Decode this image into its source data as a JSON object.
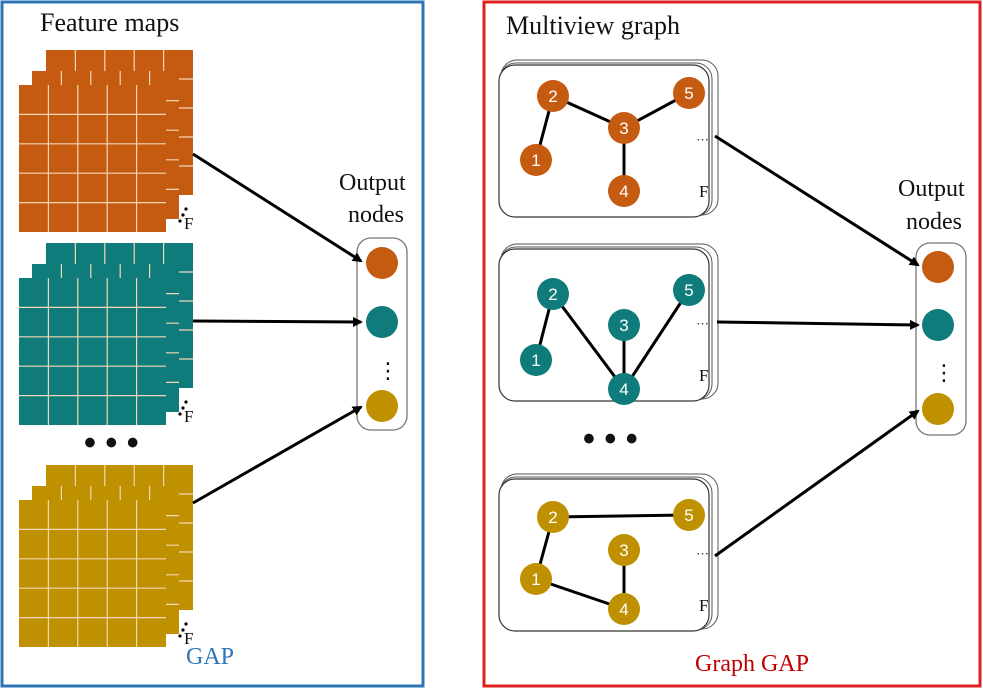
{
  "colors": {
    "orange": "#C55A11",
    "teal": "#0F7B7B",
    "gold": "#BF9000",
    "gap_frame": "#2E75B6",
    "graph_gap_frame": "#E02020",
    "gap_label": "#2E75B6",
    "graph_gap_label": "#C00000",
    "grid_line": "#F2D7B6",
    "arrow": "#000000"
  },
  "left_panel": {
    "title": "Feature maps",
    "footer": "GAP",
    "stacks": [
      {
        "color_key": "orange",
        "depth_label": "F"
      },
      {
        "color_key": "teal",
        "depth_label": "F"
      },
      {
        "color_key": "gold",
        "depth_label": "F"
      }
    ],
    "ellipsis": "• • •",
    "output": {
      "title_line1": "Output",
      "title_line2": "nodes",
      "nodes": [
        "orange",
        "teal",
        "gold"
      ],
      "ellipsis": "⋮"
    }
  },
  "right_panel": {
    "title": "Multiview graph",
    "footer": "Graph GAP",
    "ellipsis": "• • •",
    "graphs": [
      {
        "color_key": "orange",
        "depth_label": "F",
        "more_label": "···",
        "nodes": [
          "1",
          "2",
          "3",
          "4",
          "5"
        ],
        "edges": [
          [
            "1",
            "2"
          ],
          [
            "2",
            "3"
          ],
          [
            "3",
            "5"
          ],
          [
            "3",
            "4"
          ]
        ]
      },
      {
        "color_key": "teal",
        "depth_label": "F",
        "more_label": "···",
        "nodes": [
          "1",
          "2",
          "3",
          "4",
          "5"
        ],
        "edges": [
          [
            "1",
            "2"
          ],
          [
            "2",
            "4"
          ],
          [
            "3",
            "4"
          ],
          [
            "4",
            "5"
          ]
        ]
      },
      {
        "color_key": "gold",
        "depth_label": "F",
        "more_label": "···",
        "nodes": [
          "1",
          "2",
          "3",
          "4",
          "5"
        ],
        "edges": [
          [
            "1",
            "2"
          ],
          [
            "2",
            "5"
          ],
          [
            "1",
            "4"
          ],
          [
            "3",
            "4"
          ]
        ]
      }
    ],
    "output": {
      "title_line1": "Output",
      "title_line2": "nodes",
      "nodes": [
        "orange",
        "teal",
        "gold"
      ],
      "ellipsis": "⋮"
    }
  }
}
